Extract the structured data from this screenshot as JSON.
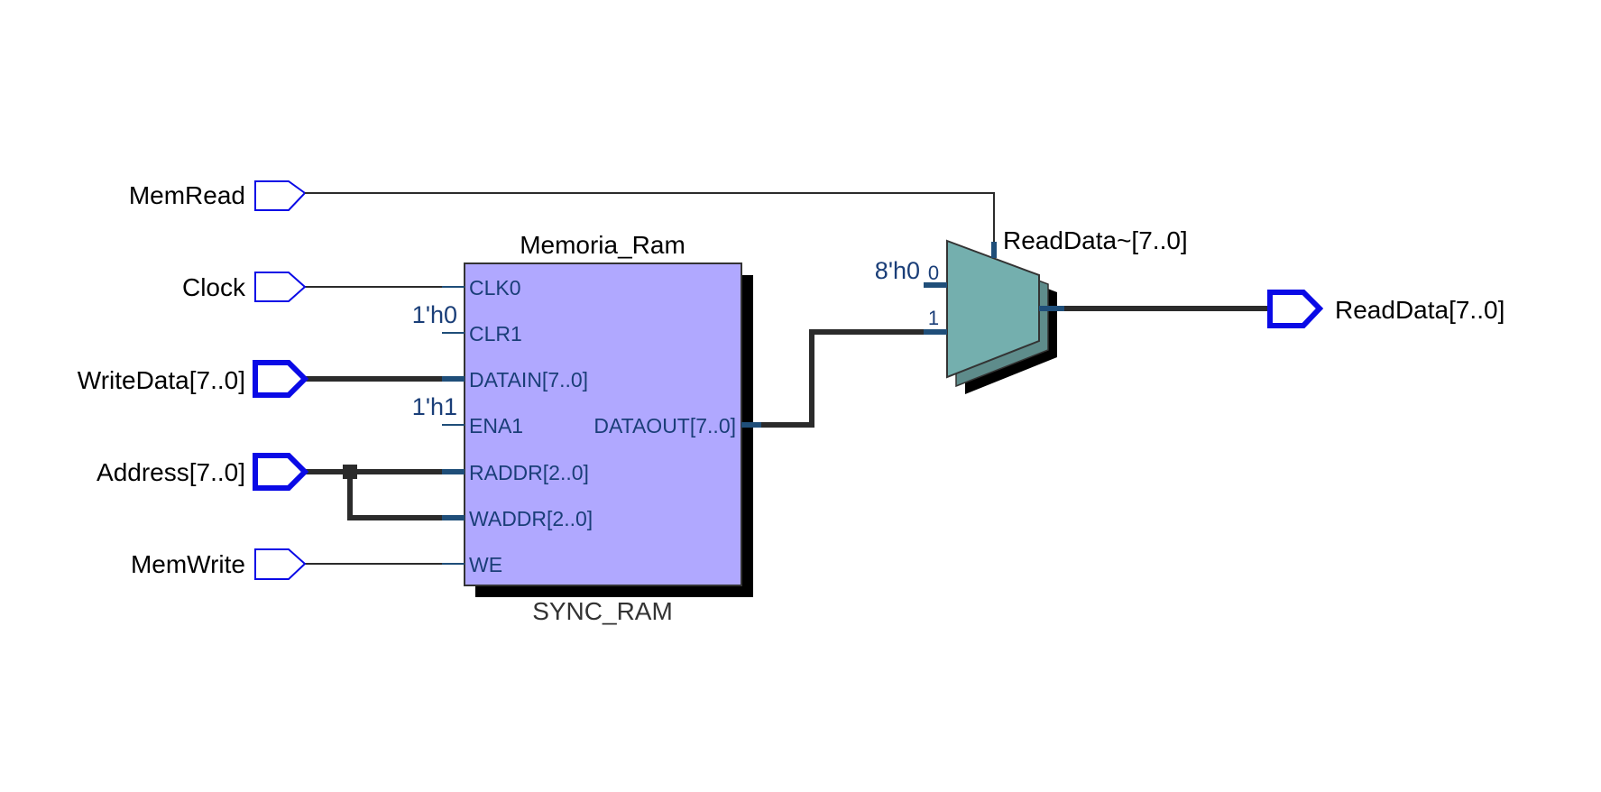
{
  "colors": {
    "wire": "#2b2b2b",
    "port_outline": "#0a0ae6",
    "ram_fill": "#b0a8ff",
    "mux_fill": "#74afae",
    "pin_stub": "#1f4e79",
    "pin_text": "#1a3e78"
  },
  "inputs": {
    "memread": "MemRead",
    "clock": "Clock",
    "writedata": "WriteData[7..0]",
    "address": "Address[7..0]",
    "memwrite": "MemWrite"
  },
  "output": {
    "readdata": "ReadData[7..0]"
  },
  "ram": {
    "instance_name": "Memoria_Ram",
    "type_name": "SYNC_RAM",
    "pins": {
      "clk0": "CLK0",
      "clr1": "CLR1",
      "datain": "DATAIN[7..0]",
      "ena1": "ENA1",
      "raddr": "RADDR[2..0]",
      "waddr": "WADDR[2..0]",
      "we": "WE",
      "dataout": "DATAOUT[7..0]"
    },
    "constants": {
      "clr1": "1'h0",
      "ena1": "1'h1"
    }
  },
  "mux": {
    "name": "ReadData~[7..0]",
    "const_input": "8'h0",
    "input_0": "0",
    "input_1": "1"
  }
}
